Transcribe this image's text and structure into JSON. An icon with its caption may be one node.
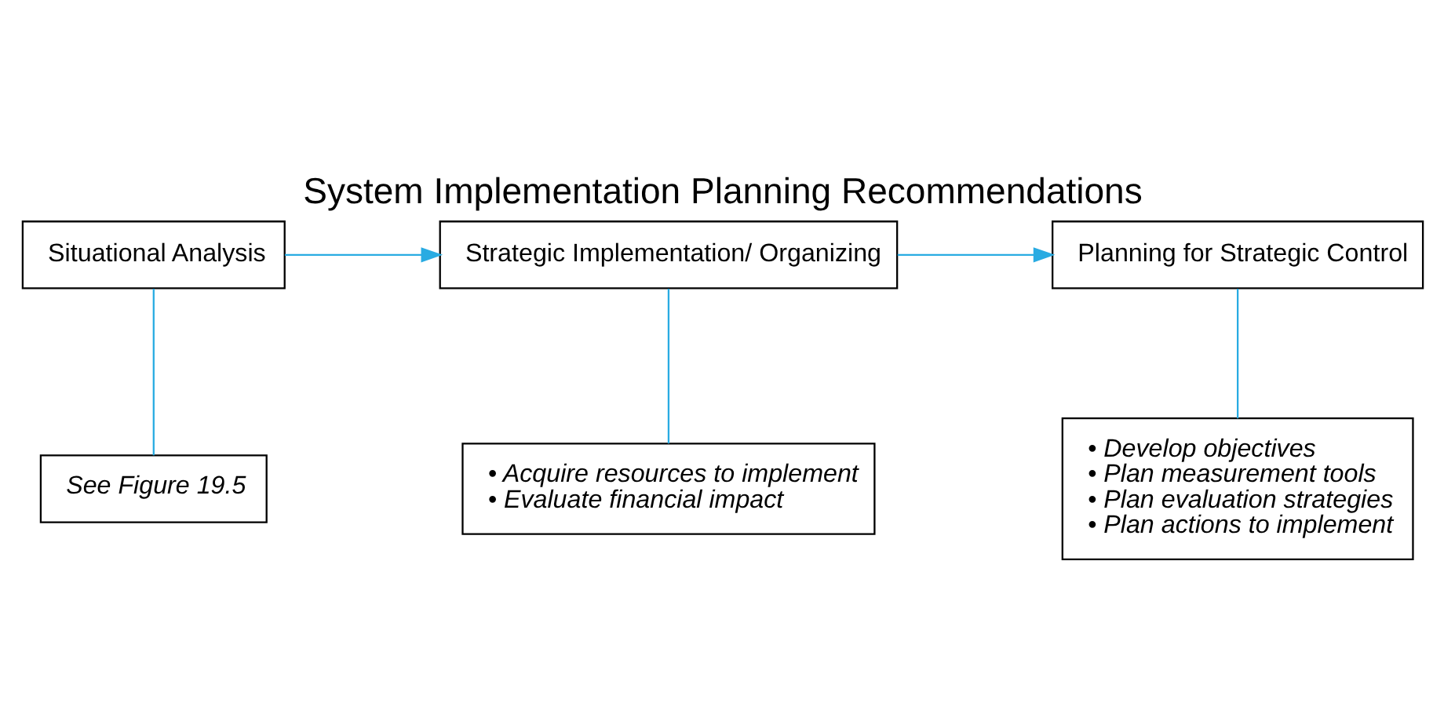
{
  "diagram": {
    "title": "System Implementation Planning Recommendations",
    "nodes": [
      {
        "text": [
          "Situational Analysis"
        ]
      },
      {
        "text": [
          "Strategic Implementation/ Organizing"
        ]
      },
      {
        "text": [
          "Planning for Strategic Control"
        ]
      },
      {
        "text": [
          "See Figure 19.5"
        ]
      },
      {
        "text": [
          "• Acquire resources to implement",
          "• Evaluate financial impact"
        ]
      },
      {
        "text": [
          "• Develop objectives",
          "• Plan measurement tools",
          "• Plan evaluation strategies",
          "• Plan actions to implement"
        ]
      }
    ],
    "edges": [
      {
        "from": 0,
        "to": 1,
        "arrow": "to"
      },
      {
        "from": 1,
        "to": 2,
        "arrow": "to"
      },
      {
        "from": 0,
        "to": 3,
        "arrow": "none"
      },
      {
        "from": 1,
        "to": 4,
        "arrow": "none"
      },
      {
        "from": 2,
        "to": 5,
        "arrow": "none"
      }
    ]
  }
}
